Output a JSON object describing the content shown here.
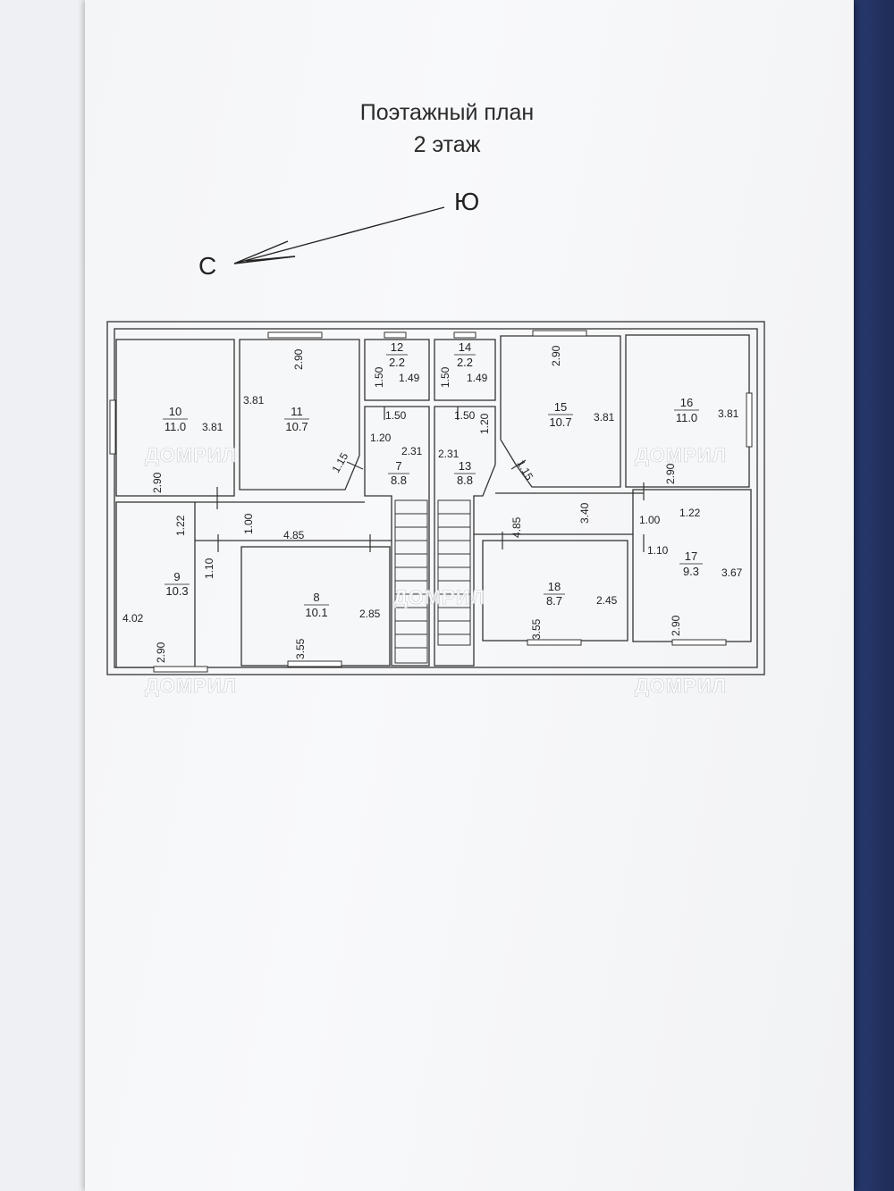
{
  "document": {
    "title_line1": "Поэтажный план",
    "title_line2": "2 этаж",
    "direction_south": "Ю",
    "direction_north": "С",
    "watermark": "ДОМРИЛ"
  },
  "rooms": [
    {
      "id": "10",
      "area": "11.0"
    },
    {
      "id": "11",
      "area": "10.7"
    },
    {
      "id": "12",
      "area": "2.2"
    },
    {
      "id": "14",
      "area": "2.2"
    },
    {
      "id": "15",
      "area": "10.7"
    },
    {
      "id": "16",
      "area": "11.0"
    },
    {
      "id": "7",
      "area": "8.8"
    },
    {
      "id": "13",
      "area": "8.8"
    },
    {
      "id": "9",
      "area": "10.3"
    },
    {
      "id": "8",
      "area": "10.1"
    },
    {
      "id": "18",
      "area": "8.7"
    },
    {
      "id": "17",
      "area": "9.3"
    }
  ],
  "dimensions": {
    "d_2_90_a": "2.90",
    "d_3_81_a": "3.81",
    "d_3_81_b": "3.81",
    "d_2_90_b": "2.90",
    "d_1_50_a": "1.50",
    "d_1_49_a": "1.49",
    "d_1_50_b": "1.50",
    "d_1_49_b": "1.49",
    "d_2_90_c": "2.90",
    "d_3_81_c": "3.81",
    "d_3_81_d": "3.81",
    "d_2_90_d": "2.90",
    "d_1_50_c": "1.50",
    "d_1_50_d": "1.50",
    "d_1_20_a": "1.20",
    "d_1_20_b": "1.20",
    "d_2_31_a": "2.31",
    "d_2_31_b": "2.31",
    "d_1_15_a": "1.15",
    "d_1_15_b": "1.15",
    "d_1_22_a": "1.22",
    "d_1_00_a": "1.00",
    "d_4_85_a": "4.85",
    "d_1_10_a": "1.10",
    "d_4_85_b": "4.85",
    "d_3_40": "3.40",
    "d_1_00_b": "1.00",
    "d_1_22_b": "1.22",
    "d_1_10_b": "1.10",
    "d_4_02": "4.02",
    "d_2_90_e": "2.90",
    "d_3_55_a": "3.55",
    "d_2_85": "2.85",
    "d_3_55_b": "3.55",
    "d_2_45": "2.45",
    "d_2_90_f": "2.90",
    "d_3_67": "3.67"
  }
}
